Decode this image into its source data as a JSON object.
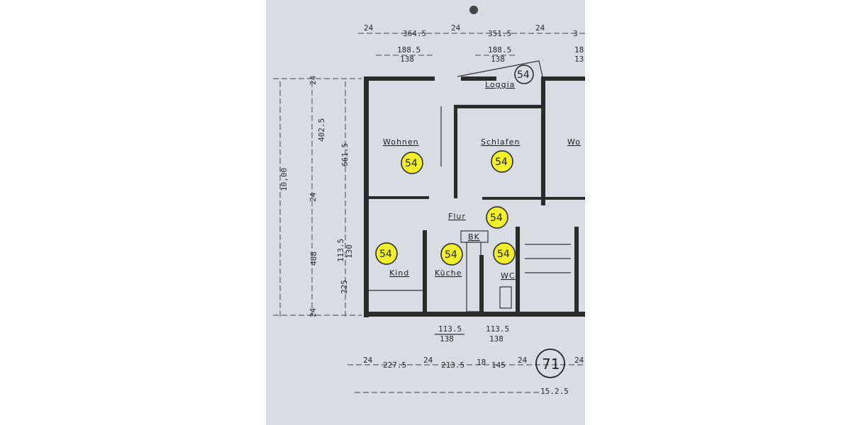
{
  "plan": {
    "rooms": {
      "wohnen": "Wohnen",
      "schlafen": "Schlafen",
      "wohnen_cut": "Wo",
      "loggia": "Loggia",
      "flur": "Flur",
      "kind": "Kind",
      "kueche": "Küche",
      "bk": "BK",
      "wc": "WC"
    },
    "markers": {
      "apartment": "54",
      "sheet": "71",
      "highlight_color": "#f2f02a"
    },
    "dimensions": {
      "top": [
        "24",
        "364.5",
        "24",
        "351.5",
        "24",
        "3"
      ],
      "top_windows": [
        "188.5",
        "138",
        "188.5",
        "138",
        "18",
        "13"
      ],
      "left": [
        "24",
        "402.5",
        "10,00",
        "661.5",
        "24",
        "488",
        "113.5",
        "130",
        "225",
        "24"
      ],
      "bottom_windows": [
        "113.5",
        "138",
        "113.5",
        "138"
      ],
      "bottom": [
        "24",
        "227.5",
        "24",
        "213.5",
        "18",
        "145",
        "24",
        "24"
      ],
      "bottom_total": "15.2.5"
    }
  }
}
